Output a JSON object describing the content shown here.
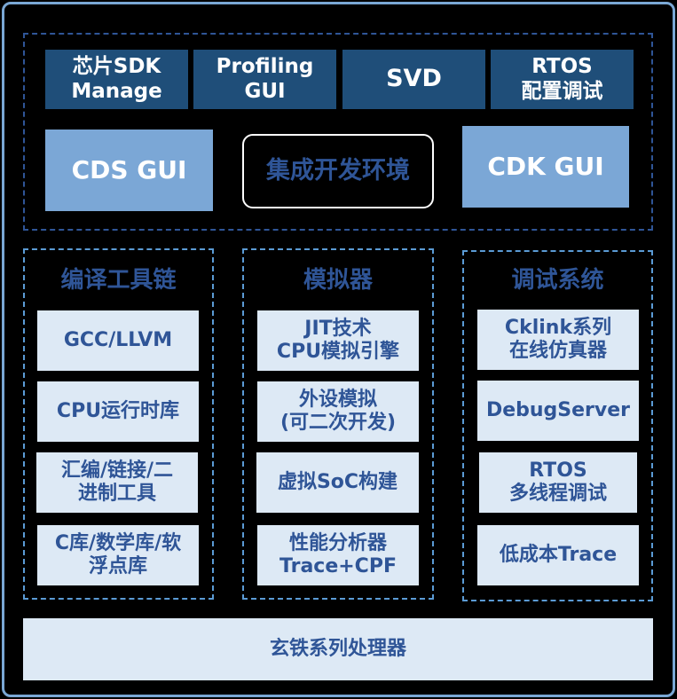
{
  "top_tools": [
    "芯片SDK\nManage",
    "Profiling\nGUI",
    "SVD",
    "RTOS\n配置调试"
  ],
  "cds_gui": "CDS GUI",
  "ide": "集成开发环境",
  "cdk_gui": "CDK GUI",
  "columns": [
    {
      "title": "编译工具链",
      "items": [
        "GCC/LLVM",
        "CPU运行时库",
        "汇编/链接/二\n进制工具",
        "C库/数学库/软\n浮点库"
      ]
    },
    {
      "title": "模拟器",
      "items": [
        "JIT技术\nCPU模拟引擎",
        "外设模拟\n(可二次开发)",
        "虚拟SoC构建",
        "性能分析器\nTrace+CPF"
      ]
    },
    {
      "title": "调试系统",
      "items": [
        "Cklink系列\n在线仿真器",
        "DebugServer",
        "RTOS\n多线程调试",
        "低成本Trace"
      ]
    }
  ],
  "base": "玄铁系列处理器"
}
